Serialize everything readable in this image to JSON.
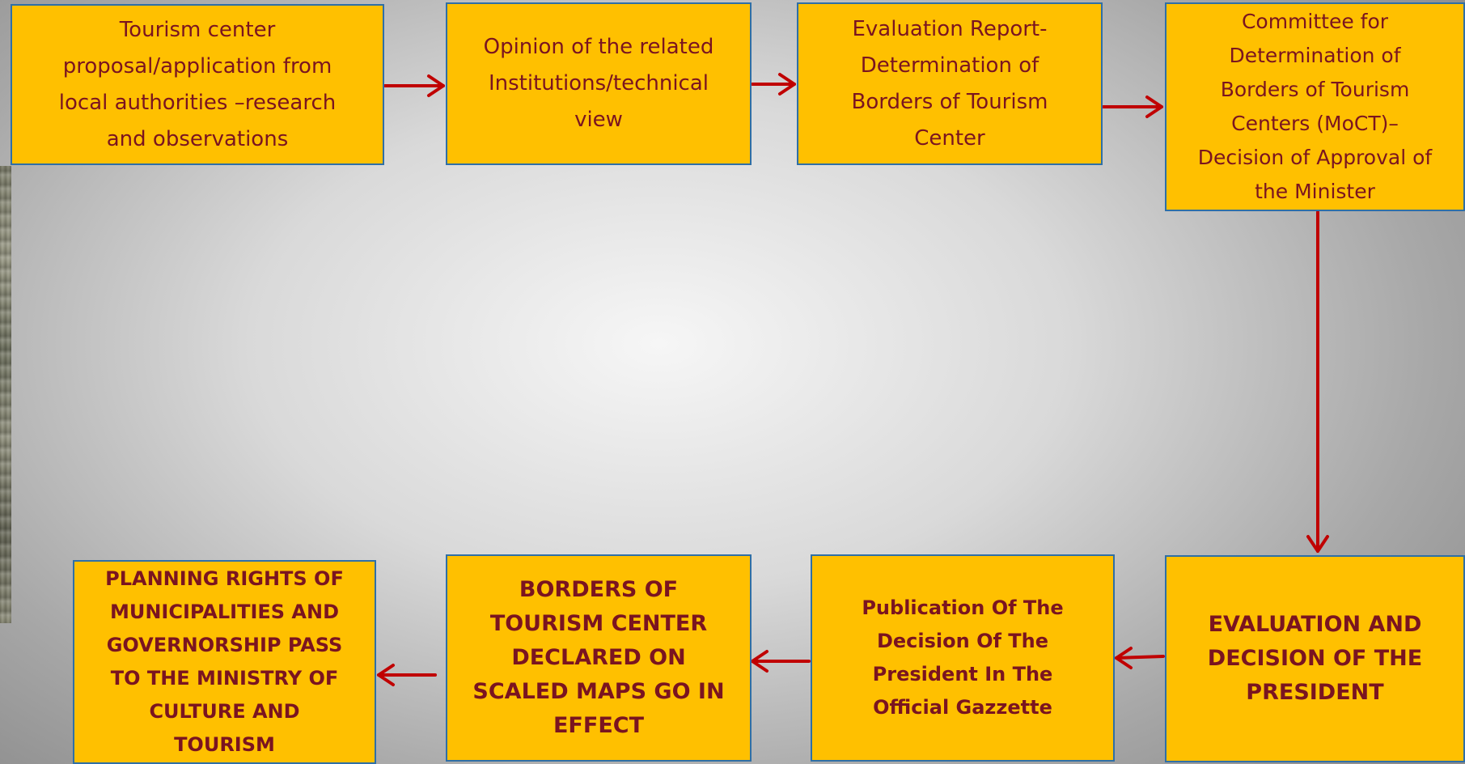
{
  "diagram": {
    "step1": "Tourism center\nproposal/application from\nlocal authorities –research\nand observations",
    "step2": "Opinion of the related\nInstitutions/technical\nview",
    "step3": "Evaluation Report-\nDetermination of\nBorders of Tourism\nCenter",
    "step4": "Committee  for\nDetermination of\nBorders of Tourism\nCenters (MoCT)–\nDecision of Approval of\nthe Minister",
    "step5": "EVALUATION AND\nDECISION OF THE\nPRESIDENT",
    "step6": "Publication  Of The\nDecision Of The\nPresident In The\nOfficial Gazzette",
    "step7": "BORDERS OF\nTOURISM CENTER\nDECLARED ON\nSCALED MAPS GO IN\nEFFECT",
    "step8": "PLANNING RIGHTS OF\nMUNICIPALITIES AND\nGOVERNORSHIP PASS\nTO THE MINISTRY OF\nCULTURE AND\nTOURISM"
  },
  "colors": {
    "box_fill": "#ffc000",
    "box_border": "#2f6fa6",
    "text": "#7a1420",
    "arrow": "#c00000"
  }
}
